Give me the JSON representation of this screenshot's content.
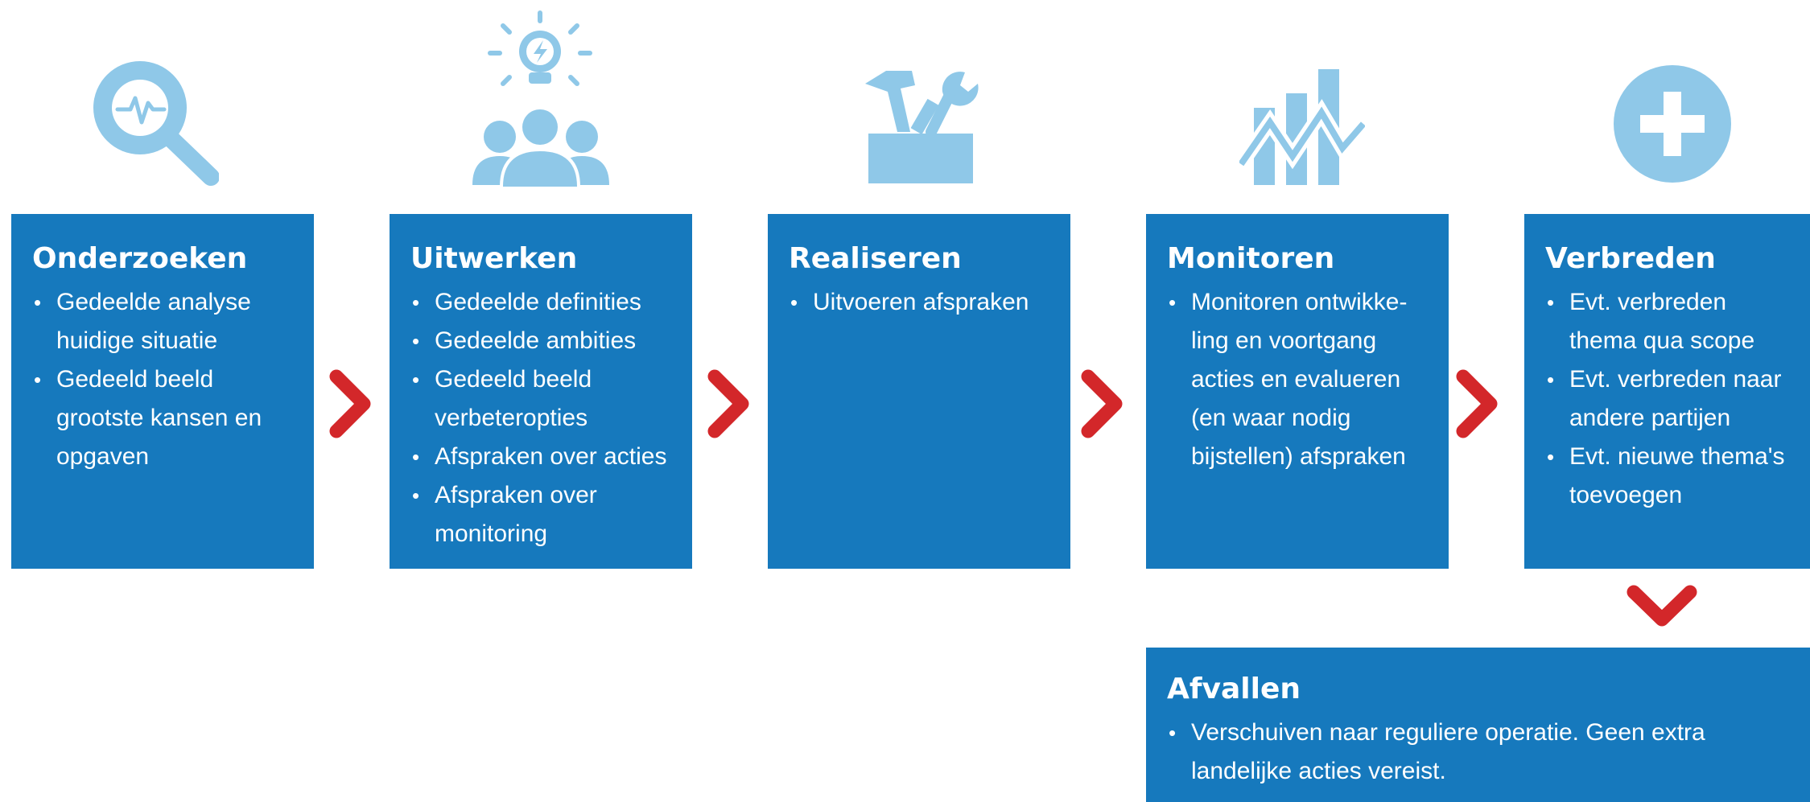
{
  "colors": {
    "box": "#1679bd",
    "icon": "#8fc8e8",
    "arrow": "#d3272a"
  },
  "steps": [
    {
      "title": "Onderzoeken",
      "icon": "magnifier-icon",
      "items": [
        "Gedeelde analyse huidige situatie",
        "Gedeeld beeld grootste kansen en opgaven"
      ]
    },
    {
      "title": "Uitwerken",
      "icon": "team-idea-icon",
      "items": [
        "Gedeelde definities",
        "Gedeelde ambities",
        "Gedeeld beeld verbeteropties",
        "Afspraken over acties",
        "Afspraken over monitoring"
      ]
    },
    {
      "title": "Realiseren",
      "icon": "toolbox-icon",
      "items": [
        "Uitvoeren afspraken"
      ]
    },
    {
      "title": "Monitoren",
      "icon": "bar-chart-icon",
      "items": [
        "Monitoren ontwikke- ling en voortgang acties en evalueren (en waar nodig bijstellen) afspraken"
      ]
    },
    {
      "title": "Verbreden",
      "icon": "plus-icon",
      "items": [
        "Evt. verbreden thema qua scope",
        "Evt. verbreden naar andere partijen",
        "Evt. nieuwe thema's toevoegen"
      ]
    }
  ],
  "final": {
    "title": "Afvallen",
    "items": [
      "Verschuiven naar reguliere operatie. Geen extra landelijke acties vereist."
    ]
  }
}
